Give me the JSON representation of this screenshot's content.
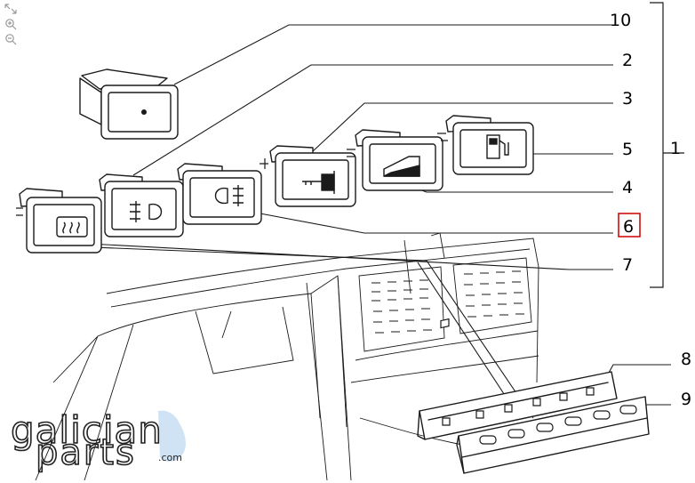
{
  "callouts": {
    "c10": "10",
    "c2": "2",
    "c3": "3",
    "c5": "5",
    "c1": "1",
    "c4": "4",
    "c6": "6",
    "c7": "7",
    "c8": "8",
    "c9": "9"
  },
  "highlight_color": "#cc0000",
  "logo": {
    "line1": "galician",
    "line2": "parts",
    "suffix": ".com"
  },
  "tools": [
    "fit-icon",
    "zoom-in-icon",
    "zoom-out-icon"
  ]
}
